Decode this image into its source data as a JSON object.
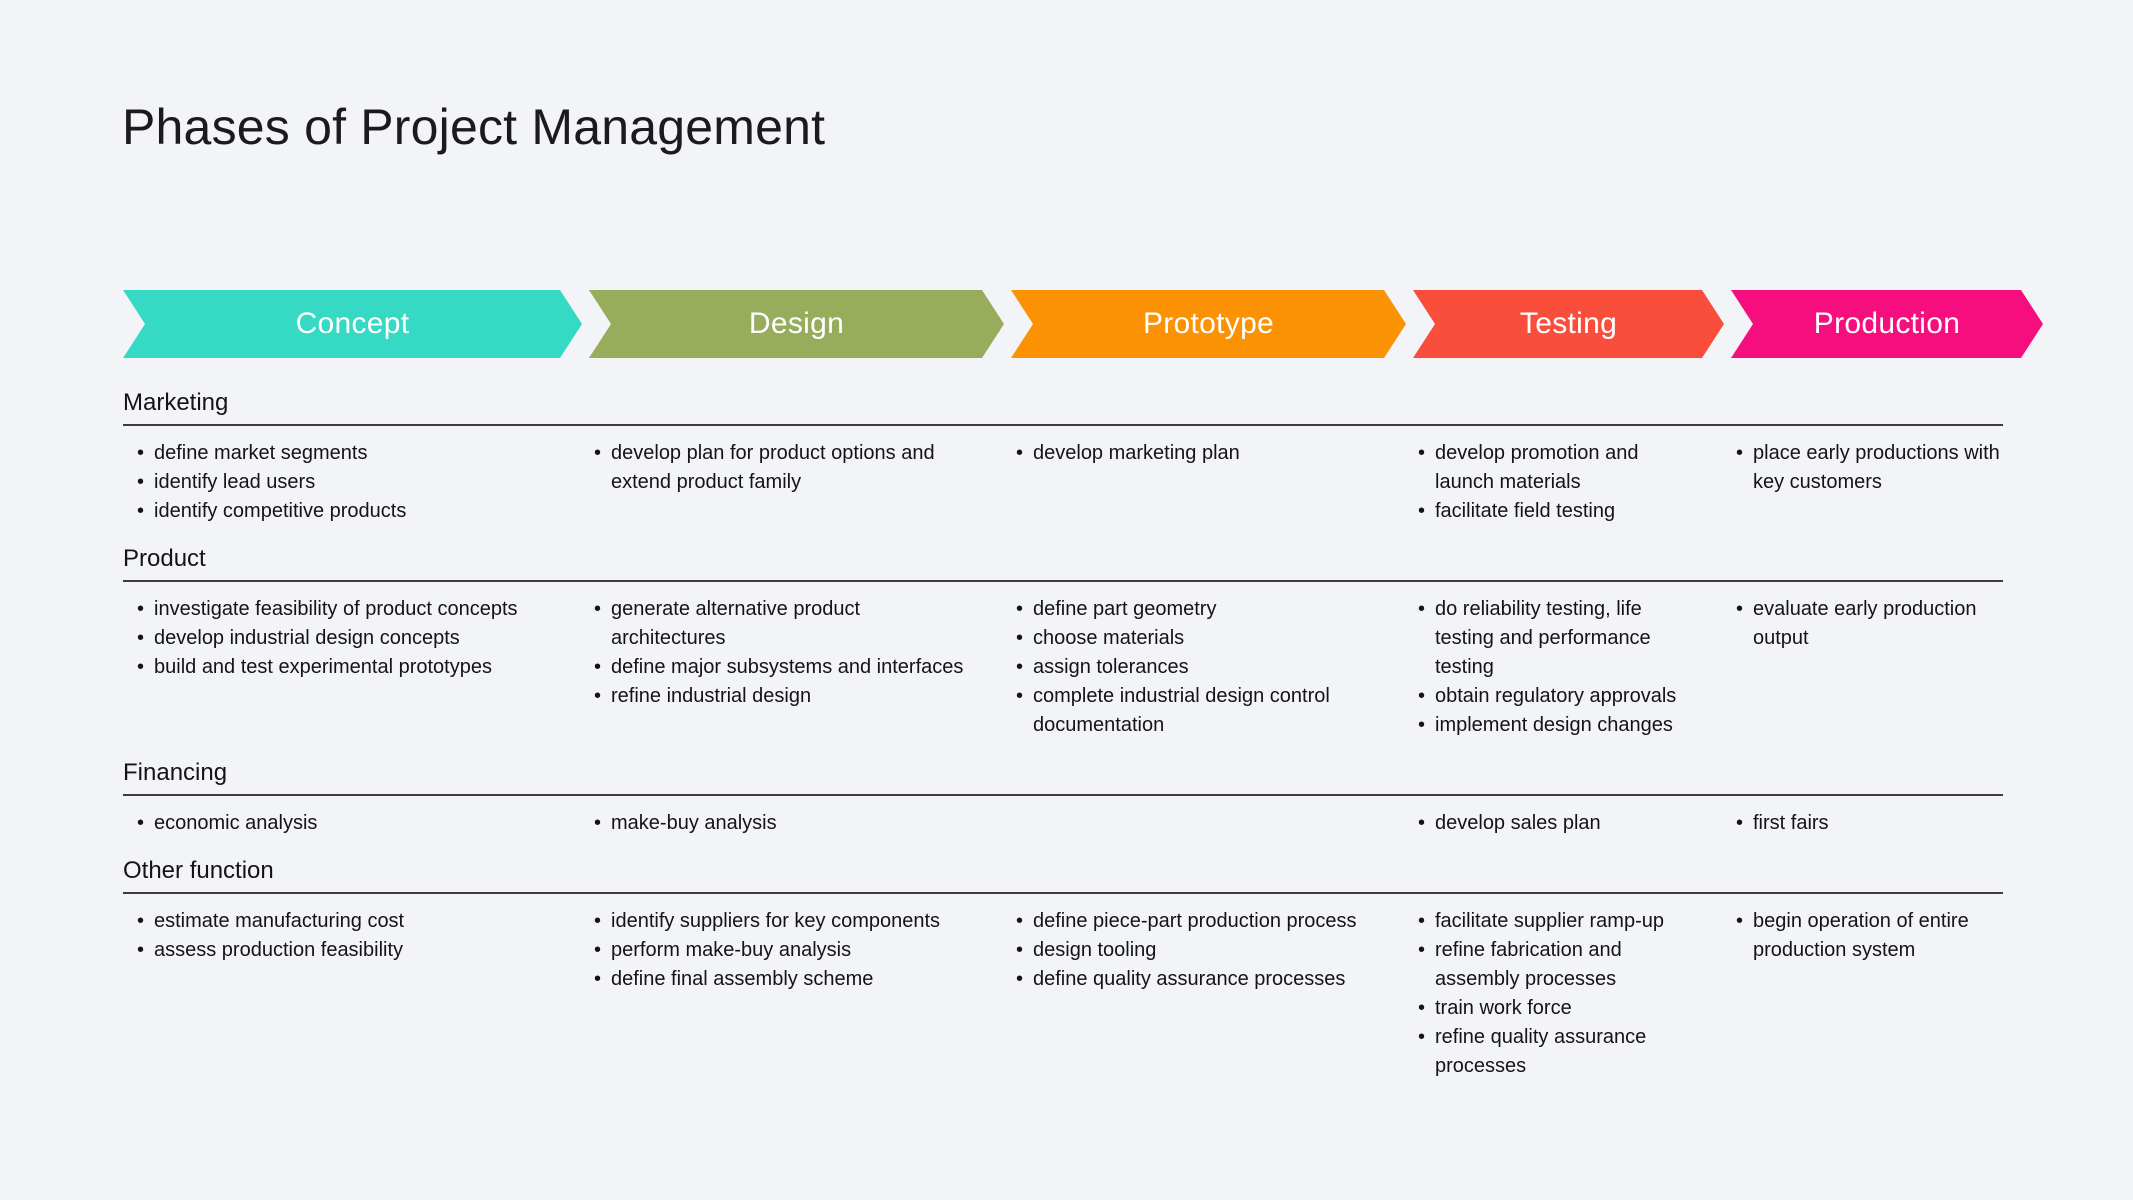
{
  "page": {
    "title": "Phases of Project Management",
    "background_color": "#f3f4f8",
    "divider_color": "#3d3d42",
    "text_color": "#141414"
  },
  "phases": [
    {
      "label": "Concept",
      "color": "#36d9c4"
    },
    {
      "label": "Design",
      "color": "#98ad5c"
    },
    {
      "label": "Prototype",
      "color": "#fb9204"
    },
    {
      "label": "Testing",
      "color": "#f94e3c"
    },
    {
      "label": "Production",
      "color": "#f60e7e"
    }
  ],
  "sections": [
    {
      "label": "Marketing",
      "cells": [
        [
          "define market segments",
          "identify lead users",
          "identify competitive products"
        ],
        [
          "develop plan for product options and extend product family"
        ],
        [
          "develop marketing plan"
        ],
        [
          "develop promotion and launch materials",
          "facilitate field testing"
        ],
        [
          "place early productions with key customers"
        ]
      ]
    },
    {
      "label": "Product",
      "cells": [
        [
          "investigate feasibility of product concepts",
          "develop industrial design concepts",
          "build and test experimental prototypes"
        ],
        [
          "generate alternative product architectures",
          "define major subsystems and interfaces",
          "refine industrial design"
        ],
        [
          "define part geometry",
          "choose materials",
          "assign tolerances",
          "complete industrial design control documentation"
        ],
        [
          "do reliability testing, life testing and performance testing",
          "obtain regulatory approvals",
          "implement design changes"
        ],
        [
          "evaluate early production output"
        ]
      ]
    },
    {
      "label": "Financing",
      "cells": [
        [
          "economic analysis"
        ],
        [
          "make-buy analysis"
        ],
        [],
        [
          "develop sales plan"
        ],
        [
          "first fairs"
        ]
      ]
    },
    {
      "label": "Other function",
      "cells": [
        [
          "estimate manufacturing cost",
          "assess production feasibility"
        ],
        [
          "identify suppliers for key components",
          "perform make-buy analysis",
          "define final assembly scheme"
        ],
        [
          "define piece-part production process",
          "design tooling",
          "define quality assurance processes"
        ],
        [
          "facilitate supplier ramp-up",
          "refine fabrication and assembly processes",
          "train work force",
          "refine quality assurance processes"
        ],
        [
          "begin operation of entire production system"
        ]
      ]
    }
  ]
}
